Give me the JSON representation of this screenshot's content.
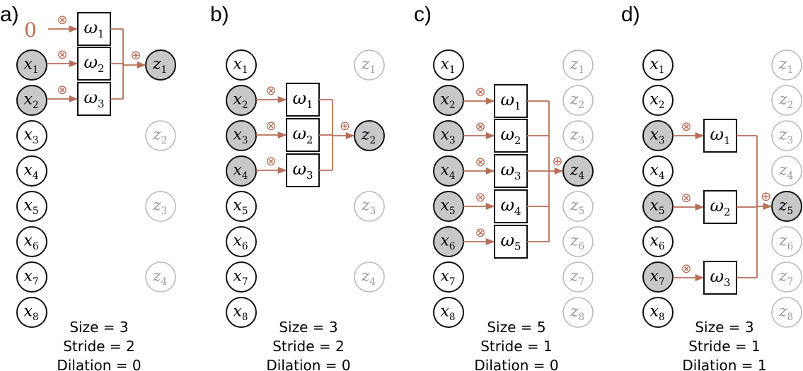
{
  "colors": {
    "accent": "#b86e58",
    "node_fill_active": "#c8c8c8",
    "node_stroke": "#111111",
    "node_stroke_faded": "#bbbbbb",
    "text_faded": "#9a9a9a"
  },
  "symbols": {
    "multiply": "⊗",
    "add": "⊕"
  },
  "panels": [
    {
      "label": "a)",
      "zero_pad": "0",
      "captions": [
        "Size = 3",
        "Stride = 2",
        "Dilation = 0"
      ],
      "inputs": [
        {
          "text": "x",
          "sub": "1",
          "active": true
        },
        {
          "text": "x",
          "sub": "2",
          "active": true
        },
        {
          "text": "x",
          "sub": "3",
          "active": false
        },
        {
          "text": "x",
          "sub": "4",
          "active": false
        },
        {
          "text": "x",
          "sub": "5",
          "active": false
        },
        {
          "text": "x",
          "sub": "6",
          "active": false
        },
        {
          "text": "x",
          "sub": "7",
          "active": false
        },
        {
          "text": "x",
          "sub": "8",
          "active": false
        }
      ],
      "weights": [
        {
          "text": "ω",
          "sub": "1"
        },
        {
          "text": "ω",
          "sub": "2"
        },
        {
          "text": "ω",
          "sub": "3"
        }
      ],
      "outputs": [
        {
          "text": "z",
          "sub": "1",
          "active": true
        },
        {
          "text": "z",
          "sub": "2",
          "active": false
        },
        {
          "text": "z",
          "sub": "3",
          "active": false
        },
        {
          "text": "z",
          "sub": "4",
          "active": false
        }
      ]
    },
    {
      "label": "b)",
      "captions": [
        "Size = 3",
        "Stride = 2",
        "Dilation = 0"
      ],
      "inputs": [
        {
          "text": "x",
          "sub": "1",
          "active": false
        },
        {
          "text": "x",
          "sub": "2",
          "active": true
        },
        {
          "text": "x",
          "sub": "3",
          "active": true
        },
        {
          "text": "x",
          "sub": "4",
          "active": true
        },
        {
          "text": "x",
          "sub": "5",
          "active": false
        },
        {
          "text": "x",
          "sub": "6",
          "active": false
        },
        {
          "text": "x",
          "sub": "7",
          "active": false
        },
        {
          "text": "x",
          "sub": "8",
          "active": false
        }
      ],
      "weights": [
        {
          "text": "ω",
          "sub": "1"
        },
        {
          "text": "ω",
          "sub": "2"
        },
        {
          "text": "ω",
          "sub": "3"
        }
      ],
      "outputs": [
        {
          "text": "z",
          "sub": "1",
          "active": false
        },
        {
          "text": "z",
          "sub": "2",
          "active": true
        },
        {
          "text": "z",
          "sub": "3",
          "active": false
        },
        {
          "text": "z",
          "sub": "4",
          "active": false
        }
      ]
    },
    {
      "label": "c)",
      "captions": [
        "Size = 5",
        "Stride = 1",
        "Dilation = 0"
      ],
      "inputs": [
        {
          "text": "x",
          "sub": "1",
          "active": false
        },
        {
          "text": "x",
          "sub": "2",
          "active": true
        },
        {
          "text": "x",
          "sub": "3",
          "active": true
        },
        {
          "text": "x",
          "sub": "4",
          "active": true
        },
        {
          "text": "x",
          "sub": "5",
          "active": true
        },
        {
          "text": "x",
          "sub": "6",
          "active": true
        },
        {
          "text": "x",
          "sub": "7",
          "active": false
        },
        {
          "text": "x",
          "sub": "8",
          "active": false
        }
      ],
      "weights": [
        {
          "text": "ω",
          "sub": "1"
        },
        {
          "text": "ω",
          "sub": "2"
        },
        {
          "text": "ω",
          "sub": "3"
        },
        {
          "text": "ω",
          "sub": "4"
        },
        {
          "text": "ω",
          "sub": "5"
        }
      ],
      "outputs": [
        {
          "text": "z",
          "sub": "1",
          "active": false
        },
        {
          "text": "z",
          "sub": "2",
          "active": false
        },
        {
          "text": "z",
          "sub": "3",
          "active": false
        },
        {
          "text": "z",
          "sub": "4",
          "active": true
        },
        {
          "text": "z",
          "sub": "5",
          "active": false
        },
        {
          "text": "z",
          "sub": "6",
          "active": false
        },
        {
          "text": "z",
          "sub": "7",
          "active": false
        },
        {
          "text": "z",
          "sub": "8",
          "active": false
        }
      ]
    },
    {
      "label": "d)",
      "captions": [
        "Size = 3",
        "Stride = 1",
        "Dilation = 1"
      ],
      "inputs": [
        {
          "text": "x",
          "sub": "1",
          "active": false
        },
        {
          "text": "x",
          "sub": "2",
          "active": false
        },
        {
          "text": "x",
          "sub": "3",
          "active": true
        },
        {
          "text": "x",
          "sub": "4",
          "active": false
        },
        {
          "text": "x",
          "sub": "5",
          "active": true
        },
        {
          "text": "x",
          "sub": "6",
          "active": false
        },
        {
          "text": "x",
          "sub": "7",
          "active": true
        },
        {
          "text": "x",
          "sub": "8",
          "active": false
        }
      ],
      "weights": [
        {
          "text": "ω",
          "sub": "1"
        },
        {
          "text": "ω",
          "sub": "2"
        },
        {
          "text": "ω",
          "sub": "3"
        }
      ],
      "outputs": [
        {
          "text": "z",
          "sub": "1",
          "active": false
        },
        {
          "text": "z",
          "sub": "2",
          "active": false
        },
        {
          "text": "z",
          "sub": "3",
          "active": false
        },
        {
          "text": "z",
          "sub": "4",
          "active": false
        },
        {
          "text": "z",
          "sub": "5",
          "active": true
        },
        {
          "text": "z",
          "sub": "6",
          "active": false
        },
        {
          "text": "z",
          "sub": "7",
          "active": false
        },
        {
          "text": "z",
          "sub": "8",
          "active": false
        }
      ]
    }
  ]
}
